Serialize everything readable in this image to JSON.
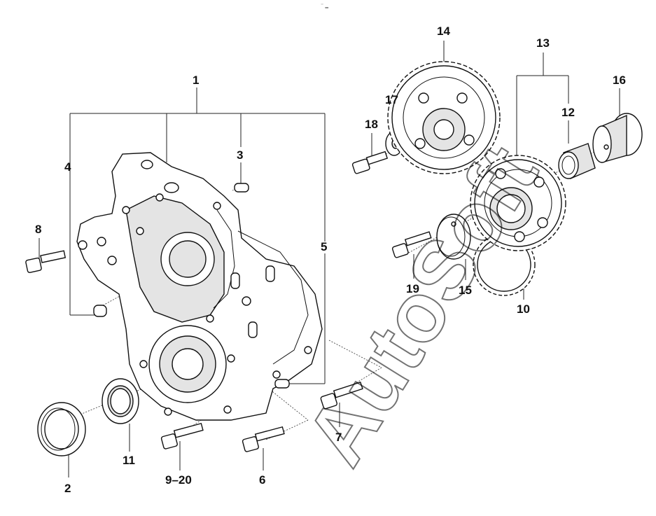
{
  "callouts": {
    "c1": "1",
    "c2": "2",
    "c3": "3",
    "c4": "4",
    "c5": "5",
    "c6": "6",
    "c7": "7",
    "c8": "8",
    "c9": "9–20",
    "c10": "10",
    "c11": "11",
    "c12": "12",
    "c13": "13",
    "c14": "14",
    "c15": "15",
    "c16": "16",
    "c17": "17",
    "c18": "18",
    "c19": "19"
  },
  "header_mark": "⁻ ‗",
  "watermark": "AutoSoft"
}
